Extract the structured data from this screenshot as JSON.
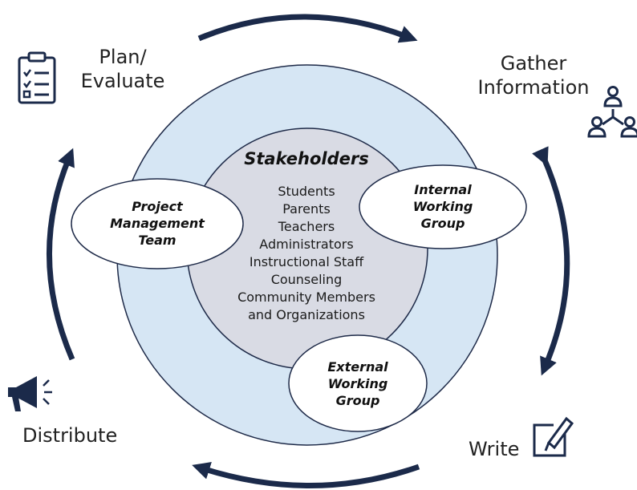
{
  "cycle": {
    "plan_evaluate": [
      "Plan/",
      "Evaluate"
    ],
    "gather_information": [
      "Gather",
      "Information"
    ],
    "write": "Write",
    "distribute": "Distribute"
  },
  "stakeholders": {
    "title": "Stakeholders",
    "members": [
      "Students",
      "Parents",
      "Teachers",
      "Administrators",
      "Instructional Staff",
      "Counseling",
      "Community Members",
      "and Organizations"
    ]
  },
  "groups": {
    "project_management": [
      "Project",
      "Management",
      "Team"
    ],
    "internal": [
      "Internal",
      "Working",
      "Group"
    ],
    "external": [
      "External",
      "Working",
      "Group"
    ]
  },
  "colors": {
    "outer_ring": "#d6e6f4",
    "inner_circle": "#d9dbe4",
    "outline": "#1e2a48",
    "arrow": "#1b2a4a"
  },
  "icons": [
    "clipboard-checklist-icon",
    "org-chart-people-icon",
    "edit-document-icon",
    "megaphone-icon"
  ]
}
